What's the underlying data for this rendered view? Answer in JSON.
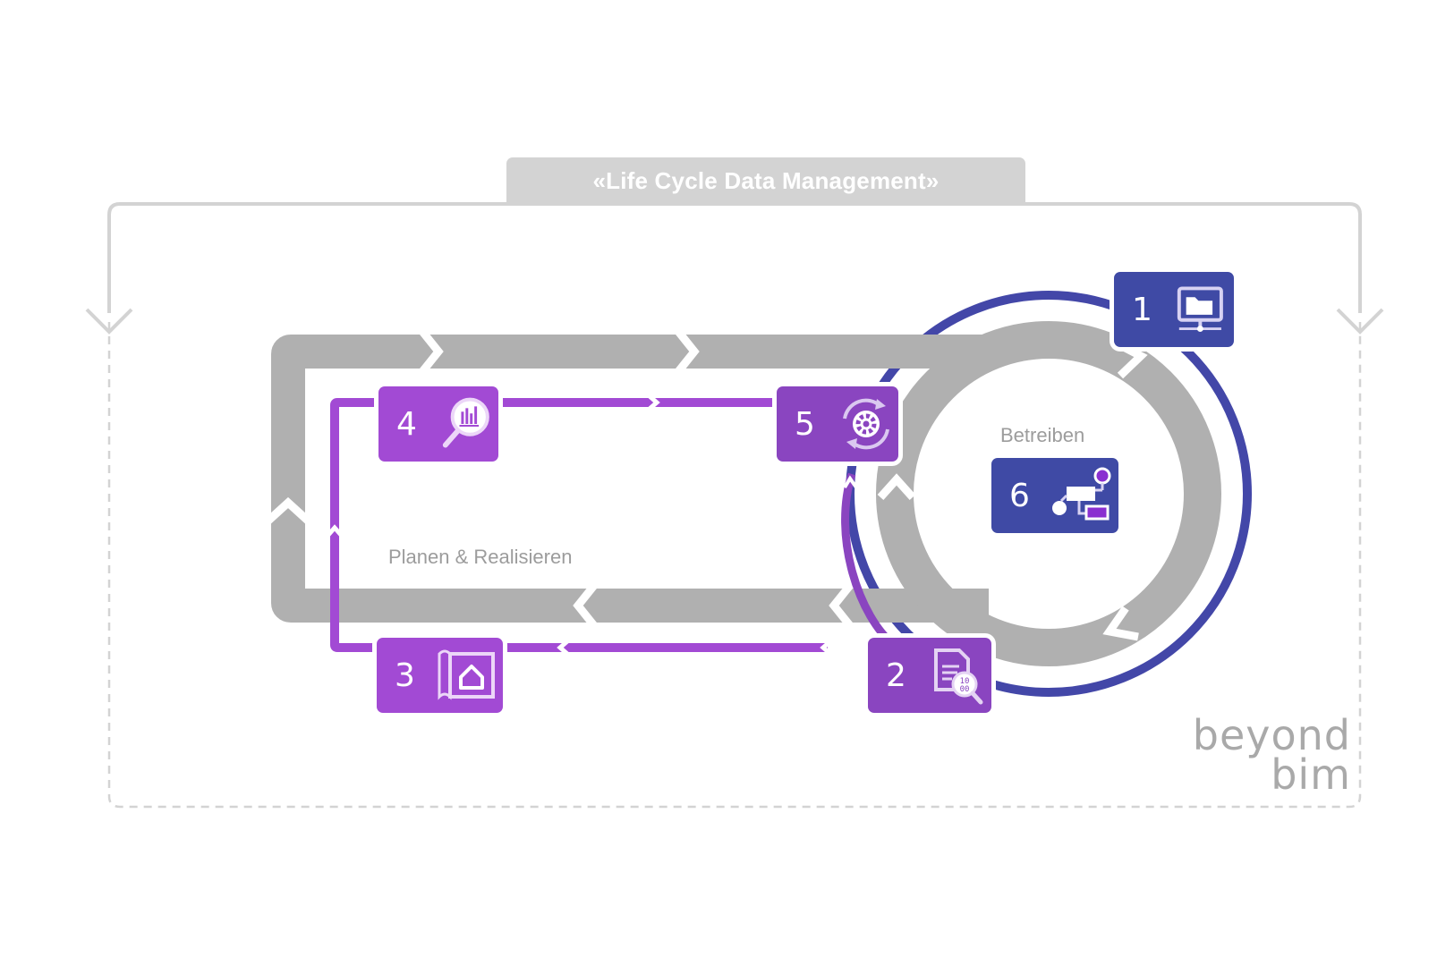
{
  "title": "«Life Cycle Data Management»",
  "labels": {
    "planen": "Planen & Realisieren",
    "betreiben": "Betreiben"
  },
  "steps": [
    {
      "number": "1",
      "icon": "computer-folder-icon"
    },
    {
      "number": "2",
      "icon": "document-inspect-icon"
    },
    {
      "number": "3",
      "icon": "house-plan-icon"
    },
    {
      "number": "4",
      "icon": "chart-magnifier-icon"
    },
    {
      "number": "5",
      "icon": "gear-cycle-icon"
    },
    {
      "number": "6",
      "icon": "flowchart-icon"
    }
  ],
  "logo": {
    "line1": "beyond",
    "line2": "bim"
  },
  "colors": {
    "gray": "#b0b0b0",
    "light_gray": "#d3d3d3",
    "purple": "#a24ad4",
    "violet": "#8a45c0",
    "indigo": "#3f4aa5"
  }
}
